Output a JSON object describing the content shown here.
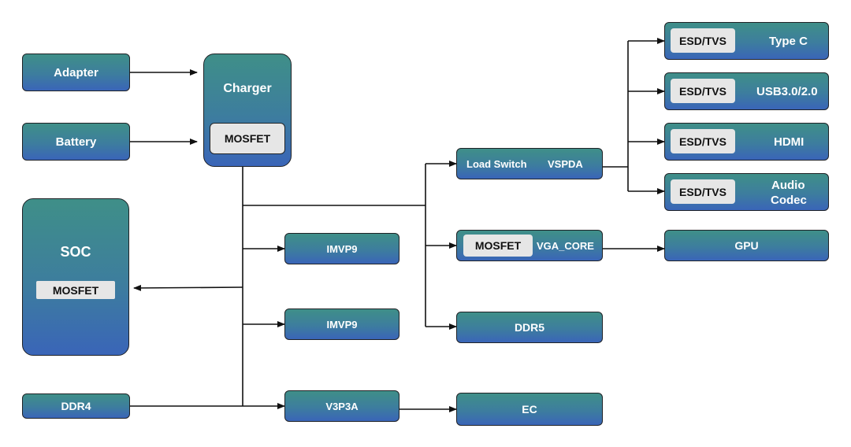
{
  "blocks": {
    "adapter": "Adapter",
    "battery": "Battery",
    "charger": "Charger",
    "charger_mosfet": "MOSFET",
    "soc": "SOC",
    "soc_mosfet": "MOSFET",
    "ddr4": "DDR4",
    "imvp9_a": "IMVP9",
    "imvp9_b": "IMVP9",
    "v3p3a": "V3P3A",
    "ec": "EC",
    "load_switch": "Load Switch",
    "vspda": "VSPDA",
    "vga_mosfet": "MOSFET",
    "vga_core": "VGA_CORE",
    "ddr5": "DDR5",
    "gpu": "GPU",
    "esd_1": "ESD/TVS",
    "typec": "Type C",
    "esd_2": "ESD/TVS",
    "usb": "USB3.0/2.0",
    "esd_3": "ESD/TVS",
    "hdmi": "HDMI",
    "esd_4": "ESD/TVS",
    "audio_line1": "Audio",
    "audio_line2": "Codec"
  },
  "colors": {
    "box_top": "#3f8f88",
    "box_bottom": "#3a65b8",
    "border": "#1f2226",
    "tag_bg": "#e6e6e6",
    "line": "#111111"
  }
}
